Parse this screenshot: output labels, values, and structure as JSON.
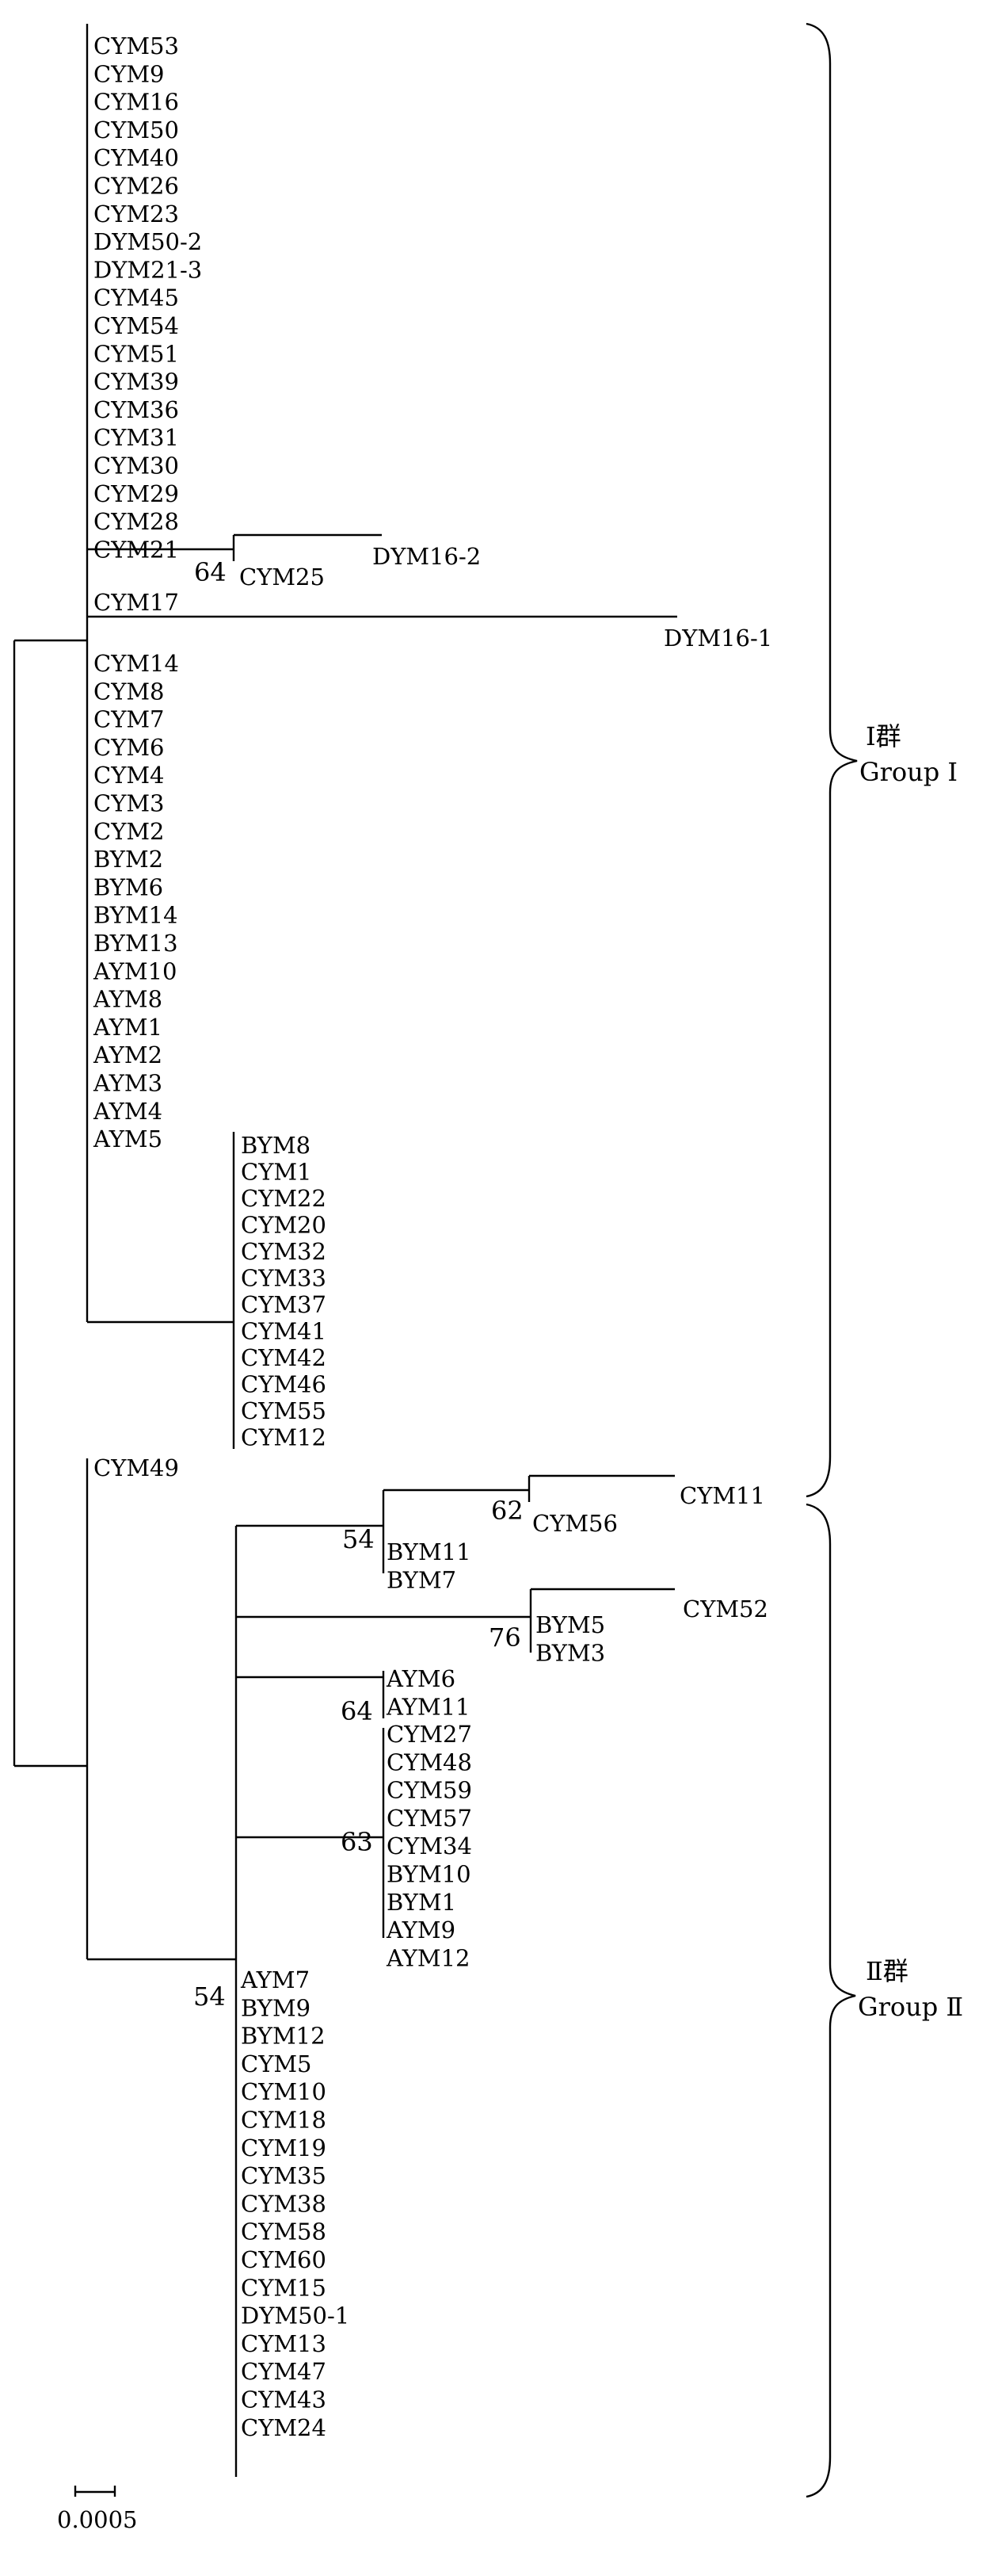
{
  "tree": {
    "line_color": "#000000",
    "clades": [
      {
        "id": "g1a",
        "taxa": [
          "CYM53",
          "CYM9",
          "CYM16",
          "CYM50",
          "CYM40",
          "CYM26",
          "CYM23",
          "DYM50-2",
          "DYM21-3",
          "CYM45",
          "CYM54",
          "CYM51",
          "CYM39",
          "CYM36",
          "CYM31",
          "CYM30",
          "CYM29",
          "CYM28",
          "CYM21"
        ]
      },
      {
        "id": "g1b",
        "support": "64",
        "taxa": [
          "CYM25"
        ],
        "long_taxon": "DYM16-2"
      },
      {
        "id": "g1c",
        "taxa": [
          "CYM17"
        ],
        "long_taxon": "DYM16-1"
      },
      {
        "id": "g1d",
        "taxa": [
          "CYM14",
          "CYM8",
          "CYM7",
          "CYM6",
          "CYM4",
          "CYM3",
          "CYM2",
          "BYM2",
          "BYM6",
          "BYM14",
          "BYM13",
          "AYM10",
          "AYM8",
          "AYM1",
          "AYM2",
          "AYM3",
          "AYM4",
          "AYM5"
        ]
      },
      {
        "id": "g1e",
        "taxa": [
          "BYM8",
          "CYM1",
          "CYM22",
          "CYM20",
          "CYM32",
          "CYM33",
          "CYM37",
          "CYM41",
          "CYM42",
          "CYM46",
          "CYM55",
          "CYM12"
        ]
      },
      {
        "id": "g2a",
        "taxa": [
          "CYM49"
        ]
      },
      {
        "id": "g2b",
        "support": "54",
        "inner_support": "62",
        "inner_taxa": [
          "CYM56"
        ],
        "long_taxon": "CYM11",
        "taxa": [
          "BYM11",
          "BYM7"
        ]
      },
      {
        "id": "g2c",
        "support": "76",
        "taxa": [
          "BYM5",
          "BYM3"
        ],
        "long_taxon": "CYM52"
      },
      {
        "id": "g2d",
        "support": "64",
        "taxa": [
          "AYM6",
          "AYM11"
        ]
      },
      {
        "id": "g2e",
        "support": "63",
        "taxa": [
          "CYM27",
          "CYM48",
          "CYM59",
          "CYM57",
          "CYM34",
          "BYM10",
          "BYM1",
          "AYM9",
          "AYM12"
        ]
      },
      {
        "id": "g2f",
        "support": "54",
        "taxa": [
          "AYM7",
          "BYM9",
          "BYM12",
          "CYM5",
          "CYM10",
          "CYM18",
          "CYM19",
          "CYM35",
          "CYM38",
          "CYM58",
          "CYM60",
          "CYM15",
          "DYM50-1",
          "CYM13",
          "CYM47",
          "CYM43",
          "CYM24"
        ]
      }
    ]
  },
  "groups": [
    {
      "label_cn": "Ⅰ群",
      "label_en": "Group Ⅰ"
    },
    {
      "label_cn": "Ⅱ群",
      "label_en": "Group Ⅱ"
    }
  ],
  "scale_bar": {
    "label": "0.0005"
  }
}
